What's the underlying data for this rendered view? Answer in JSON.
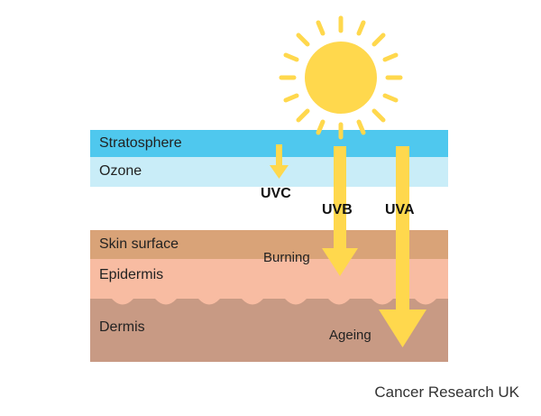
{
  "layers": {
    "stratosphere": "Stratosphere",
    "ozone": "Ozone",
    "skin_surface": "Skin surface",
    "epidermis": "Epidermis",
    "dermis": "Dermis"
  },
  "rays": {
    "uvc": "UVC",
    "uvb": "UVB",
    "uva": "UVA"
  },
  "effects": {
    "burning": "Burning",
    "ageing": "Ageing"
  },
  "credit": "Cancer Research UK",
  "colors": {
    "sun": "#ffd84d",
    "stratosphere": "#4fc8ee",
    "ozone": "#c9edf8",
    "skin_surface": "#d9a378",
    "epidermis": "#f8bca2",
    "dermis": "#c89a84"
  }
}
